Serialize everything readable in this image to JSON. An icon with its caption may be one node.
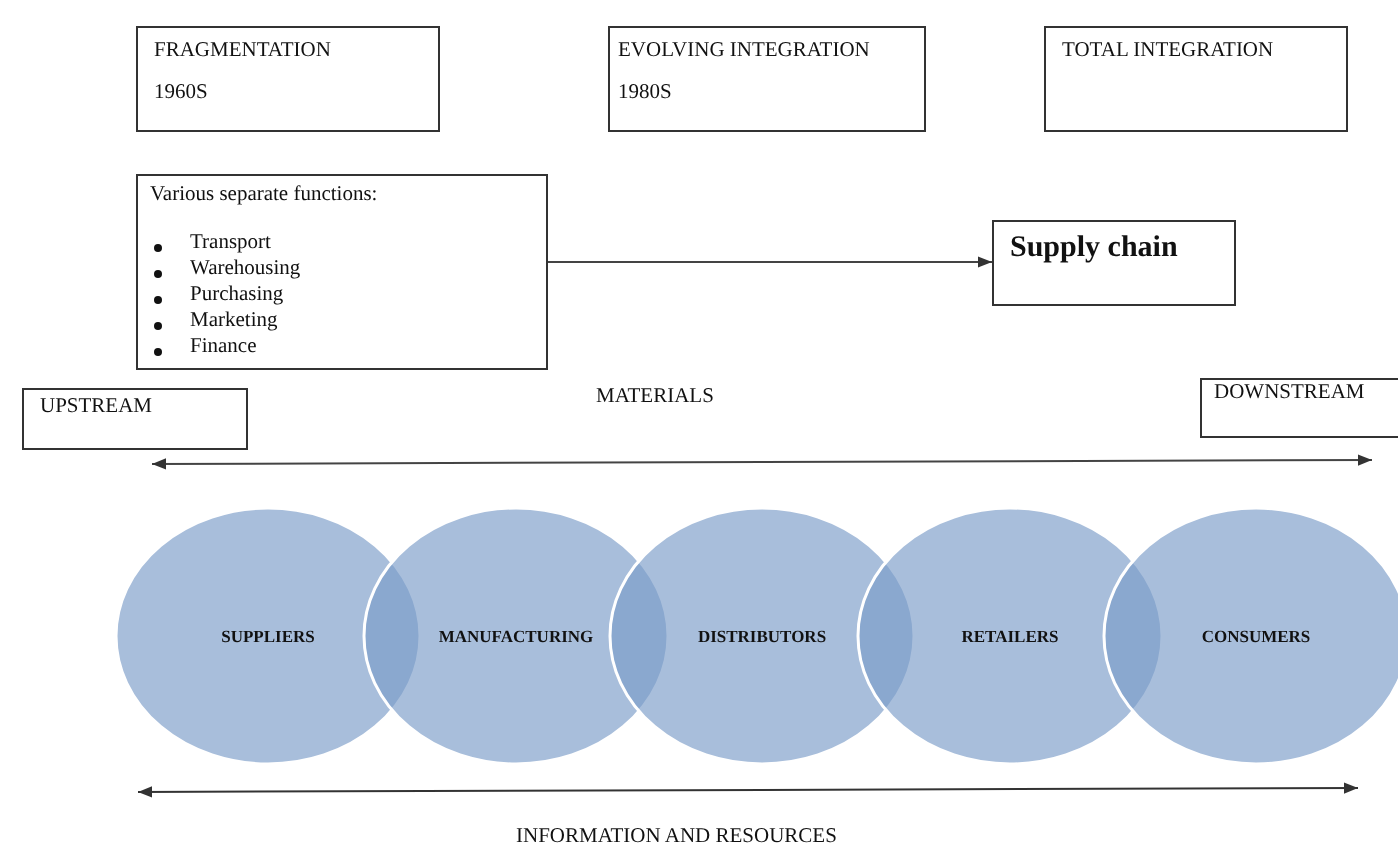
{
  "diagram": {
    "nodes": [
      {
        "text": [
          "FRAGMENTATION",
          "1960S"
        ]
      },
      {
        "text": [
          "EVOLVING INTEGRATION",
          "1980S"
        ]
      },
      {
        "text": [
          "TOTAL INTEGRATION"
        ]
      },
      {
        "text": [
          "Various separate functions:",
          "Transport",
          "Warehousing",
          "Purchasing",
          "Marketing",
          "Finance"
        ]
      },
      {
        "text": [
          "Supply chain"
        ]
      },
      {
        "text": [
          "UPSTREAM"
        ]
      },
      {
        "text": [
          "DOWNSTREAM"
        ]
      },
      {
        "text": [
          "SUPPLIERS"
        ]
      },
      {
        "text": [
          "MANUFACTURING"
        ]
      },
      {
        "text": [
          "DISTRIBUTORS"
        ]
      },
      {
        "text": [
          "RETAILERS"
        ]
      },
      {
        "text": [
          "CONSUMERS"
        ]
      }
    ],
    "edges": [
      {
        "from": 3,
        "to": 4,
        "arrow": "to"
      },
      {
        "from": 5,
        "to": 6,
        "arrow": "both"
      }
    ],
    "labels": [
      "MATERIALS",
      "INFORMATION AND RESOURCES"
    ]
  }
}
